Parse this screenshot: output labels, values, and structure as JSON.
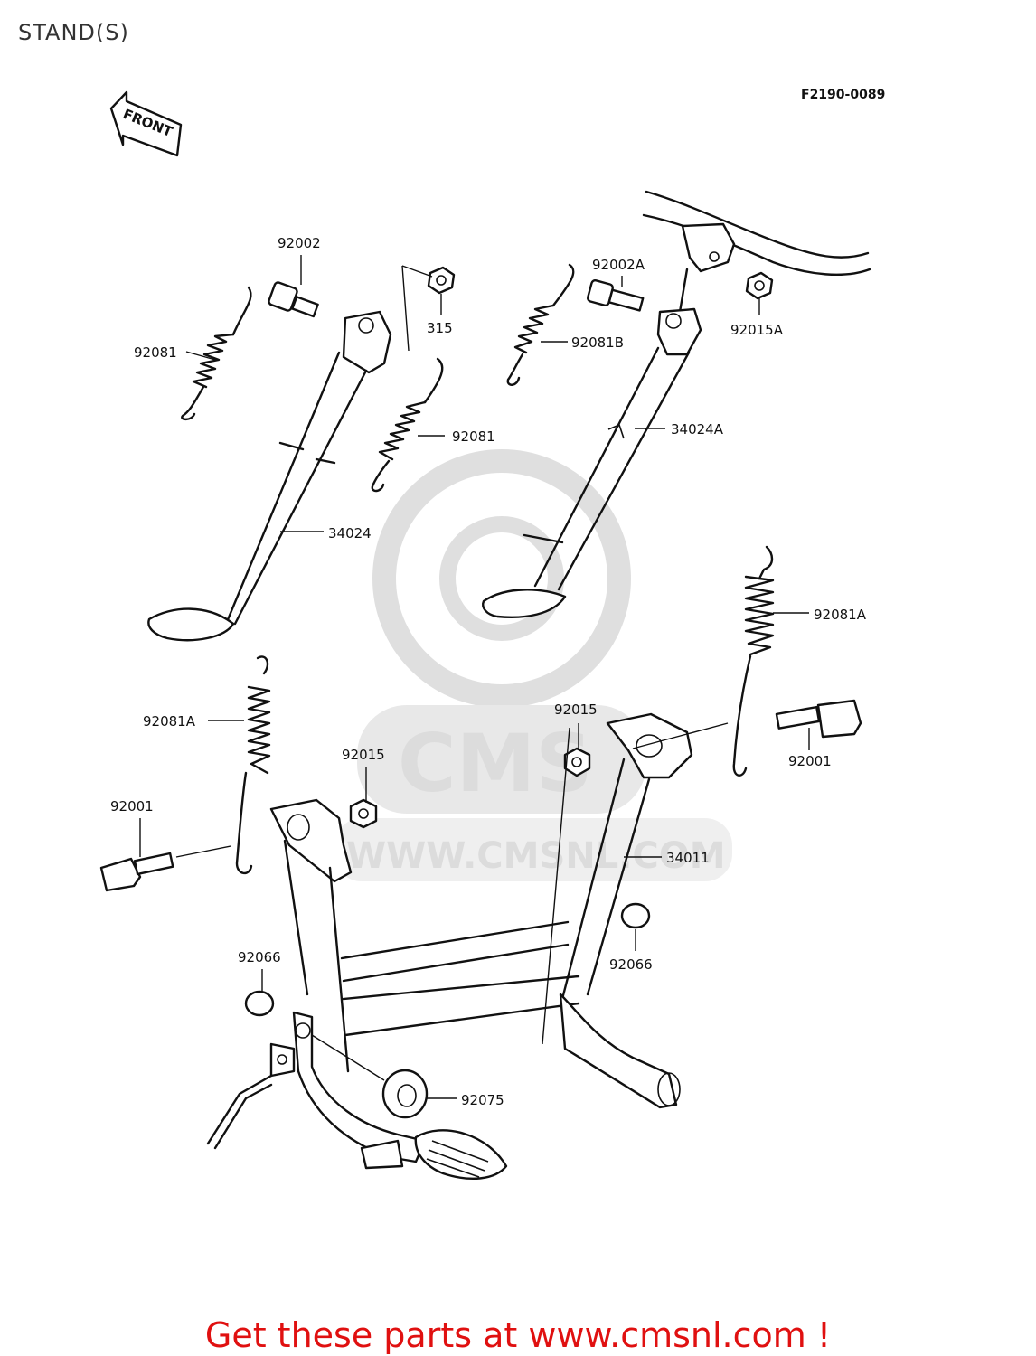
{
  "page": {
    "title": "STAND(S)",
    "diagram_id": "F2190-0089"
  },
  "front_arrow": {
    "label": "FRONT",
    "icon": "front-arrow-icon"
  },
  "watermark": {
    "text": "WWW.CMSNL.COM",
    "logo_text": "CMS",
    "color": "#d9d9d9"
  },
  "footer": {
    "promo": "Get these parts at www.cmsnl.com !",
    "color": "#e01010"
  },
  "callouts": {
    "c92002": "92002",
    "c315": "315",
    "c92081_left": "92081",
    "c92081_mid": "92081",
    "c34024": "34024",
    "c92002A": "92002A",
    "c92081B": "92081B",
    "c92015A": "92015A",
    "c34024A": "34024A",
    "c92081A_right": "92081A",
    "c92015_right": "92015",
    "c92001_right": "92001",
    "c92081A_left": "92081A",
    "c92015_left": "92015",
    "c92001_left": "92001",
    "c34011": "34011",
    "c92066_right": "92066",
    "c92066_left": "92066",
    "c92075": "92075"
  }
}
